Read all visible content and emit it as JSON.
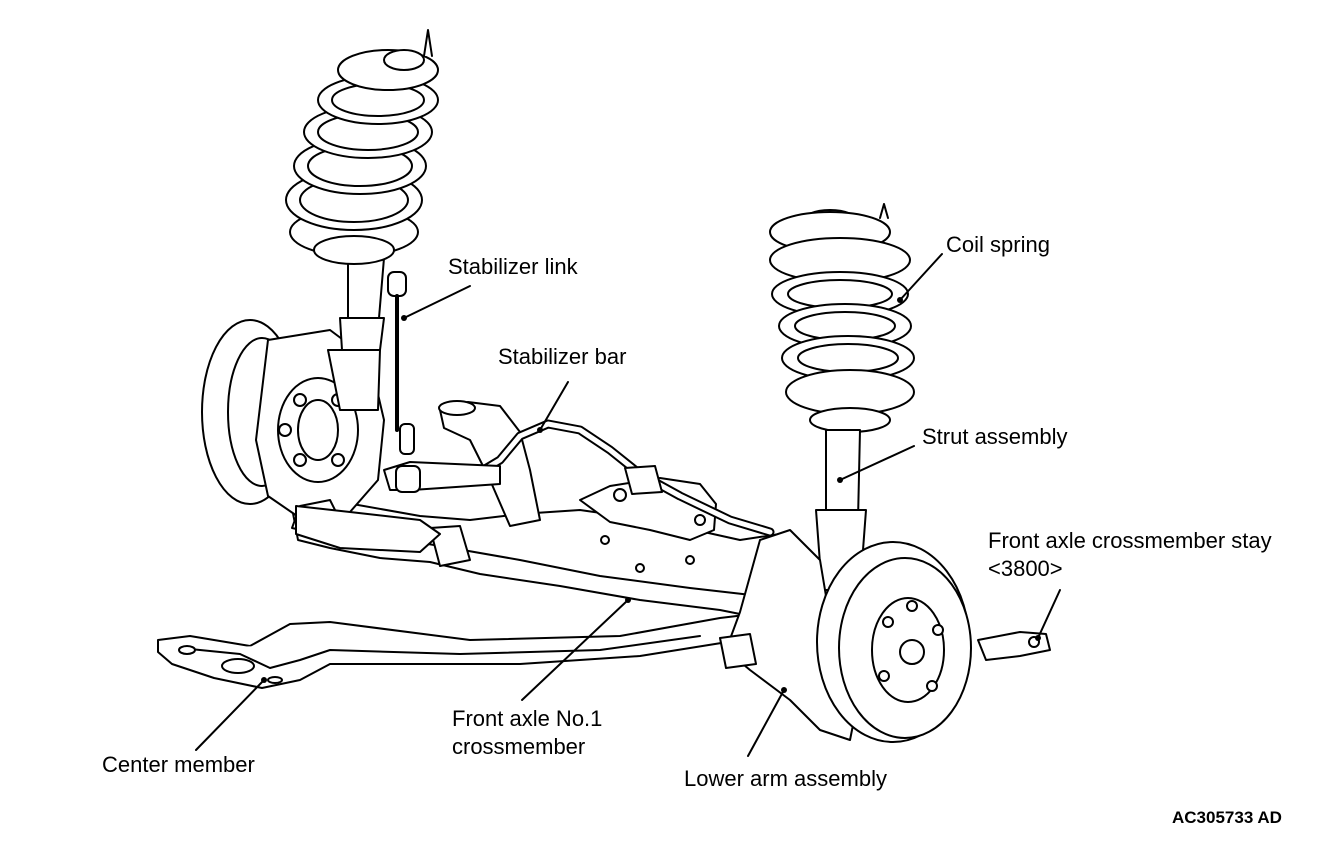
{
  "labels": {
    "stabilizer_link": "Stabilizer link",
    "stabilizer_bar": "Stabilizer bar",
    "coil_spring": "Coil spring",
    "strut_assembly": "Strut assembly",
    "crossmember_stay_line1": "Front axle crossmember stay",
    "crossmember_stay_line2": "<3800>",
    "crossmember_no1_line1": "Front axle No.1",
    "crossmember_no1_line2": "crossmember",
    "center_member": "Center member",
    "lower_arm_assembly": "Lower arm assembly"
  },
  "figure_code": "AC305733 AD"
}
